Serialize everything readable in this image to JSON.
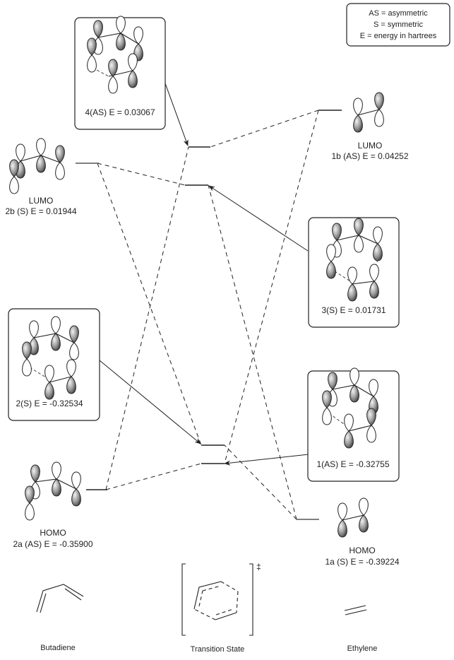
{
  "legend": {
    "lines": [
      "AS = asymmetric",
      "S = symmetric",
      "E = energy in hartrees"
    ]
  },
  "orbitals": {
    "butadiene_lumo": {
      "title": "LUMO",
      "label": "2b (S) E = 0.01944",
      "symmetry": "S",
      "energy": 0.01944
    },
    "butadiene_homo": {
      "title": "HOMO",
      "label": "2a (AS) E = -0.35900",
      "symmetry": "AS",
      "energy": -0.359
    },
    "ethylene_lumo": {
      "title": "LUMO",
      "label": "1b (AS) E = 0.04252",
      "symmetry": "AS",
      "energy": 0.04252
    },
    "ethylene_homo": {
      "title": "HOMO",
      "label": "1a (S) E = -0.39224",
      "symmetry": "S",
      "energy": -0.39224
    }
  },
  "ts_orbitals": {
    "mo4": {
      "label": "4(AS) E = 0.03067",
      "symmetry": "AS",
      "energy": 0.03067
    },
    "mo3": {
      "label": "3(S) E = 0.01731",
      "symmetry": "S",
      "energy": 0.01731
    },
    "mo2": {
      "label": "2(S) E = -0.32534",
      "symmetry": "S",
      "energy": -0.32534
    },
    "mo1": {
      "label": "1(AS) E = -0.32755",
      "symmetry": "AS",
      "energy": -0.32755
    }
  },
  "molecules": {
    "butadiene": "Butadiene",
    "transition_state": "Transition State",
    "ts_symbol": "‡",
    "ethylene": "Ethylene"
  },
  "colors": {
    "line": "#222222",
    "lobe_fill_dark": "#555555",
    "lobe_fill_light": "#e8e8e8"
  }
}
